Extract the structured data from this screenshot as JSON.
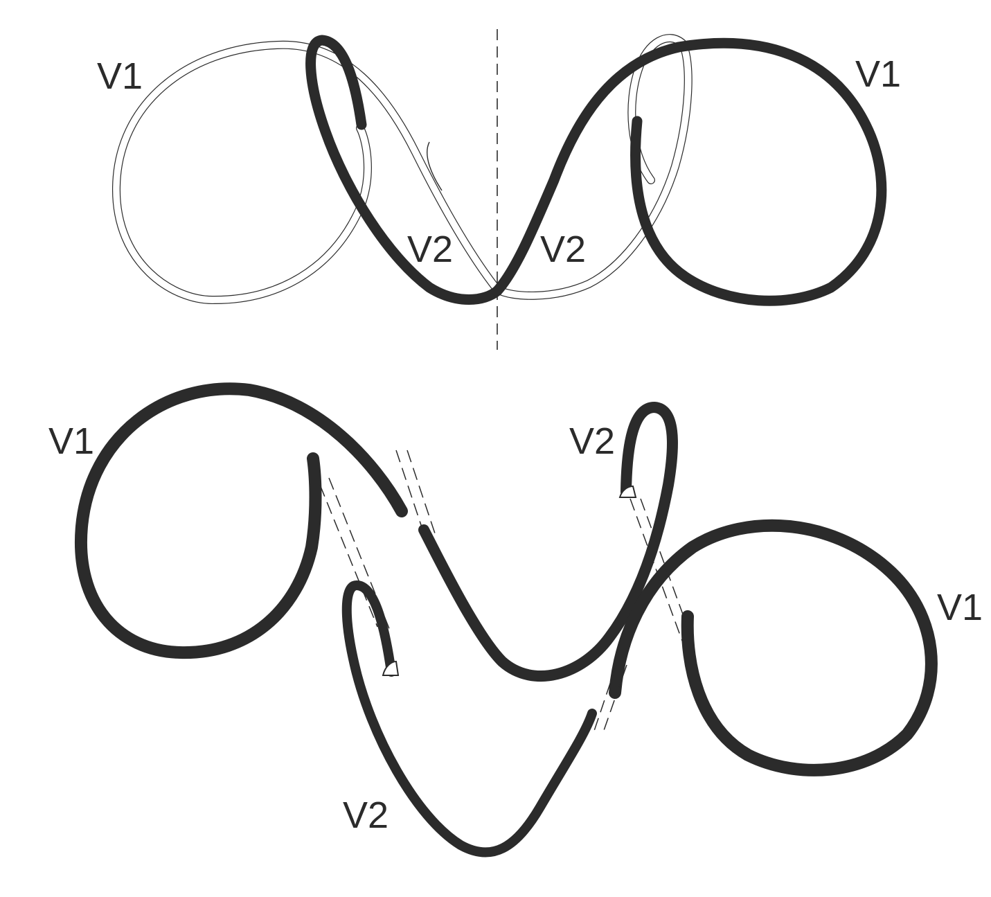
{
  "labels": {
    "top_left_v1": "V1",
    "top_left_v2": "V2",
    "top_right_v2": "V2",
    "top_right_v1": "V1",
    "bottom_left_v1": "V1",
    "bottom_upper_v2": "V2",
    "bottom_right_v1": "V1",
    "bottom_lower_v2": "V2"
  },
  "colors": {
    "ink": "#2b2b2b",
    "background": "#ffffff"
  }
}
